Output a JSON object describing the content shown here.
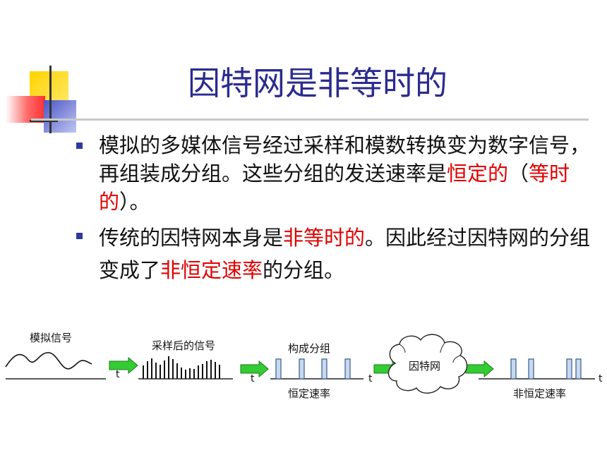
{
  "title": "因特网是非等时的",
  "bullets": [
    {
      "parts": [
        {
          "text": "模拟的多媒体信号经过采样和模数转换变为数字信号，再组装成分组。这些分组的发送速率是",
          "highlight": false
        },
        {
          "text": "恒定的",
          "highlight": true
        },
        {
          "text": "（",
          "highlight": false
        },
        {
          "text": "等时的",
          "highlight": true
        },
        {
          "text": "）。",
          "highlight": false
        }
      ]
    },
    {
      "parts": [
        {
          "text": "传统的因特网本身是",
          "highlight": false
        },
        {
          "text": "非等时的",
          "highlight": true
        },
        {
          "text": "。因此经过因特网的分组变成了",
          "highlight": false
        },
        {
          "text": "非恒定速率",
          "highlight": true
        },
        {
          "text": "的分组。",
          "highlight": false
        }
      ]
    }
  ],
  "diagram": {
    "analog_label": "模拟信号",
    "sampled_label": "采样后的信号",
    "packet_label": "构成分组",
    "constant_rate_label": "恒定速率",
    "internet_label": "因特网",
    "variable_rate_label": "非恒定速率",
    "time_axis_label": "t"
  },
  "colors": {
    "title": "#2b2b8f",
    "highlight": "#e00000",
    "arrow": "#33cc33",
    "packet": "#c6d9ef",
    "bullet": "#2e3aa0"
  }
}
